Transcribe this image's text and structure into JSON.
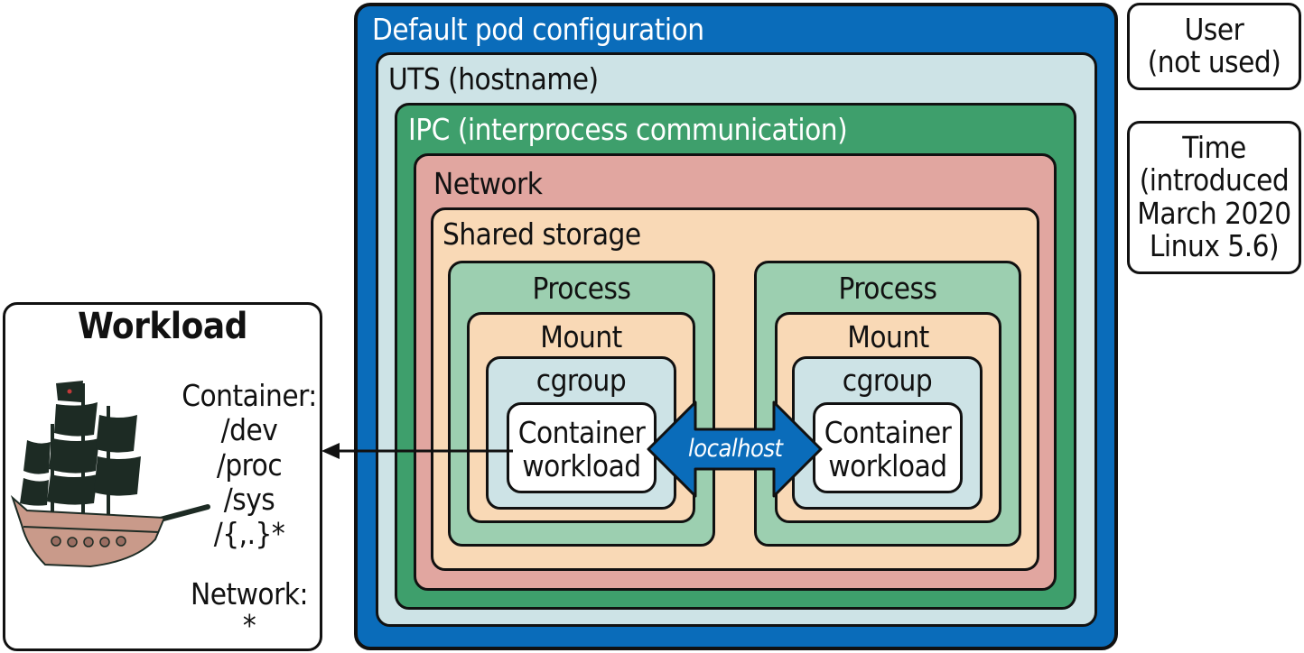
{
  "pod": {
    "title": "Default pod configuration",
    "uts": "UTS (hostname)",
    "ipc": "IPC (interprocess communication)",
    "network": "Network",
    "shared_storage": "Shared storage",
    "left": {
      "process": "Process",
      "mount": "Mount",
      "cgroup": "cgroup",
      "workload_line1": "Container",
      "workload_line2": "workload"
    },
    "right": {
      "process": "Process",
      "mount": "Mount",
      "cgroup": "cgroup",
      "workload_line1": "Container",
      "workload_line2": "workload"
    },
    "link_label": "localhost"
  },
  "side": {
    "user_line1": "User",
    "user_line2": "(not used)",
    "time_line1": "Time",
    "time_line2": "(introduced",
    "time_line3": "March 2020",
    "time_line4": "Linux 5.6)"
  },
  "workload": {
    "title": "Workload",
    "container_label": "Container:",
    "paths": [
      "/dev",
      "/proc",
      "/sys",
      "/{,.}*"
    ],
    "network_label": "Network:",
    "network_value": "*"
  },
  "colors": {
    "pod": "#0a6cba",
    "uts": "#cde3e6",
    "ipc": "#3e9f6c",
    "network": "#e1a6a0",
    "storage": "#f9d9b6",
    "process": "#9ccfb0",
    "mount": "#f9d9b6",
    "cgroup": "#cde3e6",
    "workload": "#ffffff",
    "localhost": "#0a6cba",
    "ship_hull": "#c99a8a",
    "ship_sails": "#1d2b24"
  },
  "icons": [
    "pirate-ship-icon",
    "double-arrow-icon",
    "arrow-left-icon"
  ]
}
